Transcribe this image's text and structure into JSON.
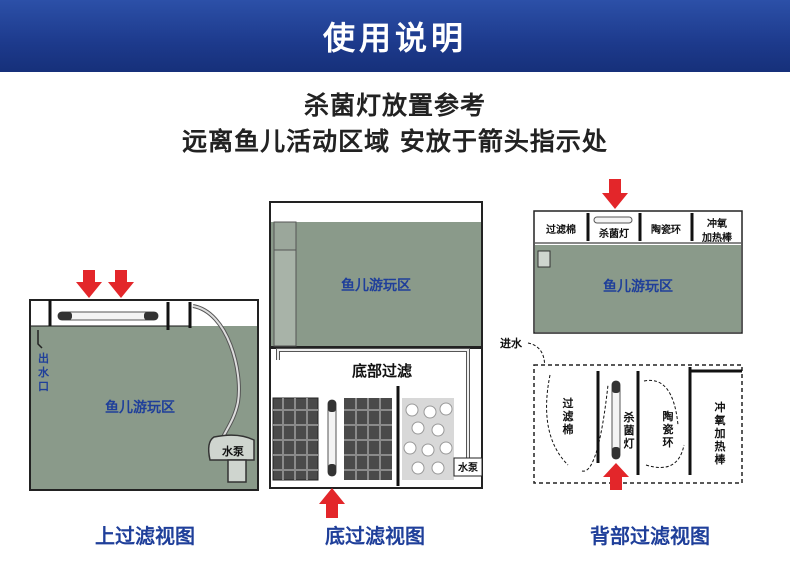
{
  "header": {
    "title": "使用说明"
  },
  "intro": {
    "line1": "杀菌灯放置参考",
    "line2": "远离鱼儿活动区域  安放于箭头指示处"
  },
  "colors": {
    "header_blue": "#1d3a8c",
    "water_green": "#8a9a8a",
    "arrow_red": "#e3262a",
    "label_blue": "#1f3f9a"
  },
  "top_filter": {
    "outlet_label": "出水口",
    "fish_area": "鱼儿游玩区",
    "pump": "水泵",
    "caption": "上过滤视图"
  },
  "bottom_filter": {
    "fish_area": "鱼儿游玩区",
    "filter_label": "底部过滤",
    "pump": "水泵",
    "caption": "底过滤视图"
  },
  "back_filter": {
    "cells": [
      "过滤棉",
      "杀菌灯",
      "陶瓷环",
      "冲氧加热棒"
    ],
    "fish_area": "鱼儿游玩区",
    "inlet": "进水",
    "side_labels": [
      "过滤棉",
      "杀菌灯",
      "陶瓷环",
      "冲氧加热棒"
    ],
    "caption": "背部过滤视图"
  }
}
